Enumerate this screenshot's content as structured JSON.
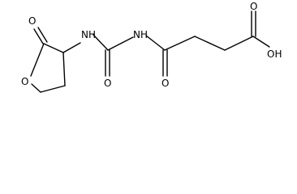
{
  "molecule": {
    "atom_labels": {
      "carbonyl_oxygen_lactone": "O",
      "ring_oxygen": "O",
      "nh_left": "NH",
      "nh_right": "NH",
      "carbonyl_oxygen_urea": "O",
      "carbonyl_oxygen_amide": "O",
      "carbonyl_oxygen_acid": "O",
      "hydroxyl": "OH"
    },
    "colors": {
      "bond": "#000000",
      "label": "#000000",
      "background": "#ffffff"
    }
  }
}
